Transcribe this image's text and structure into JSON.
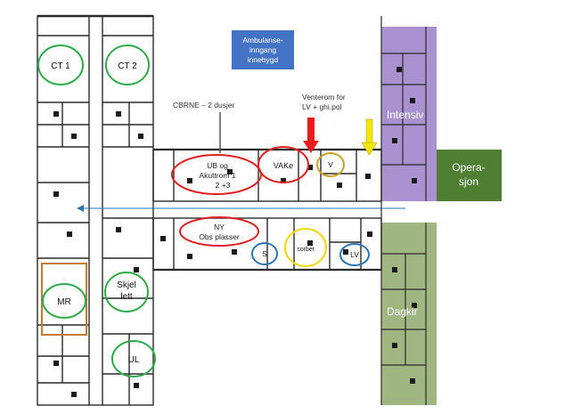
{
  "zones": {
    "intensiv": {
      "label": "Intensiv",
      "color": "#9b7fc9"
    },
    "operasjon": {
      "label_line1": "Opera-",
      "label_line2": "sjon",
      "color": "#4f7f33"
    },
    "dagkir": {
      "label": "Dagkir",
      "color": "#8fa96a"
    }
  },
  "callout": {
    "line1": "Ambulanse-",
    "line2": "inngang",
    "line3": "innebygd",
    "color": "#4472c4"
  },
  "annotations": {
    "cbrne": "CBRNE – 2 dusjer",
    "venterom_line1": "Venterom for",
    "venterom_line2": "LV + ghi.pol"
  },
  "rooms": {
    "ct1": "CT 1",
    "ct2": "CT 2",
    "mr": "MR",
    "skjel_line1": "Skjel",
    "skjel_line2": "lett",
    "ul": "UL",
    "ub_line1": "UB og",
    "ub_line2": "Akuttrom 1",
    "ub_line3": "2 +3",
    "vake": "VAKe",
    "v": "V",
    "ny_line1": "NY",
    "ny_line2": "Obs plasser",
    "s": "S",
    "sorbet": "sorbet",
    "lv": "LV"
  },
  "colors": {
    "green_circle": "#2eaa4a",
    "red_circle": "#e02020",
    "gold_circle": "#c9a227",
    "blue_circle": "#2e75b6",
    "yellow_circle": "#f2d900",
    "red_arrow": "#e81c1c",
    "yellow_arrow": "#f4e600",
    "mr_frame": "#c67c2c",
    "wall": "#2a2a2a"
  }
}
